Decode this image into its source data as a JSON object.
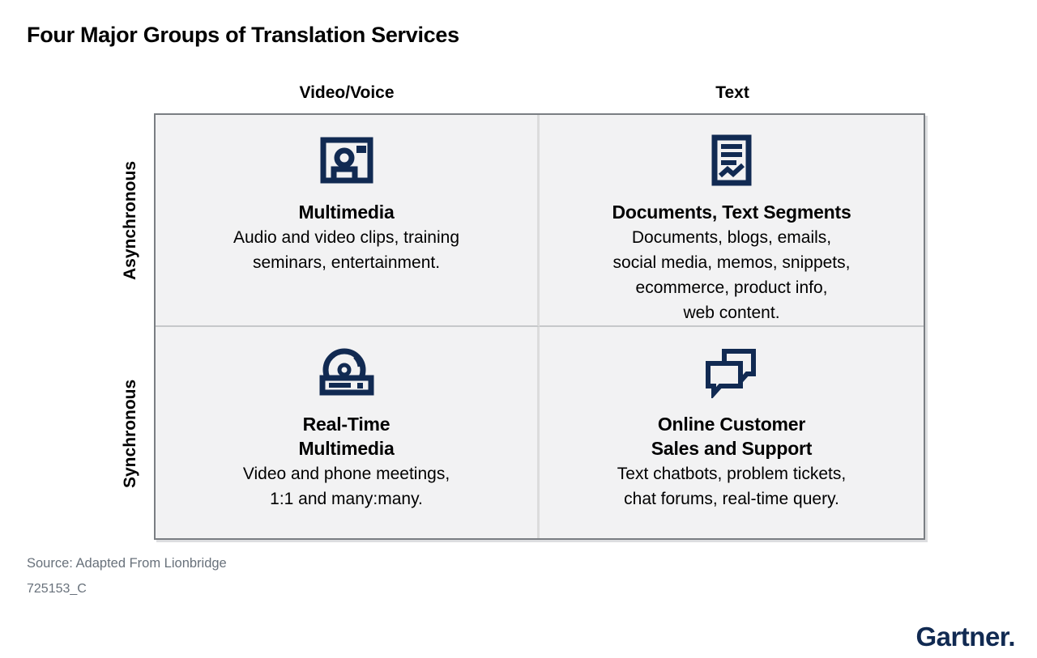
{
  "page": {
    "title": "Four Major Groups of Translation Services",
    "source_line": "Source: Adapted From Lionbridge",
    "doc_id": "725153_C",
    "brand": "Gartner."
  },
  "matrix": {
    "column_headers": [
      "Video/Voice",
      "Text"
    ],
    "row_headers": [
      "Asynchronous",
      "Synchronous"
    ],
    "cells": [
      {
        "icon": "video-call-icon",
        "heading": "Multimedia",
        "body": "Audio and video clips, training\nseminars, entertainment."
      },
      {
        "icon": "document-chart-icon",
        "heading": "Documents, Text Segments",
        "body": "Documents, blogs, emails,\nsocial media, memos, snippets,\necommerce, product info,\nweb content."
      },
      {
        "icon": "disc-player-icon",
        "heading": "Real-Time\nMultimedia",
        "body": "Video and phone meetings,\n1:1 and many:many."
      },
      {
        "icon": "chat-bubbles-icon",
        "heading": "Online Customer\nSales and Support",
        "body": "Text chatbots, problem tickets,\nchat forums, real-time query."
      }
    ]
  },
  "colors": {
    "icon_navy": "#112a52",
    "cell_background": "#f2f2f3",
    "matrix_border_gray": "#7a7e83",
    "divider_gray": "#dcdcdc",
    "source_text_gray": "#68717b",
    "brand_navy": "#112a52"
  }
}
